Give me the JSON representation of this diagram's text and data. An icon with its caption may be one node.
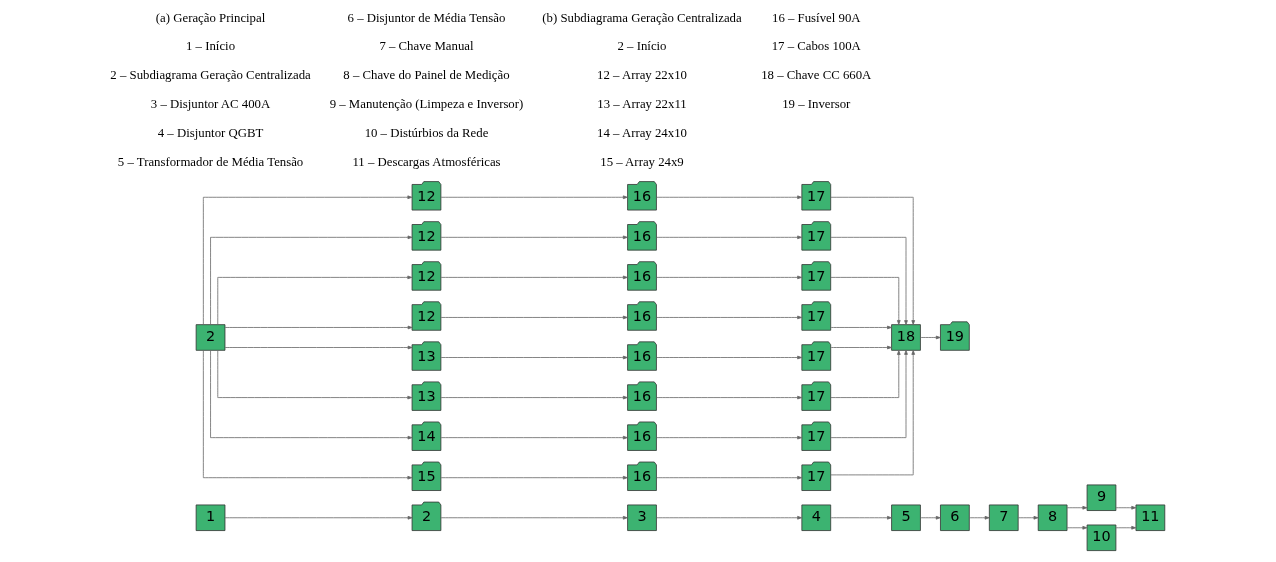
{
  "diagram": {
    "nodes": [
      {
        "text": [
          "1"
        ]
      },
      {
        "text": [
          "2"
        ]
      },
      {
        "text": [
          "3"
        ]
      },
      {
        "text": [
          "4"
        ]
      },
      {
        "text": [
          "5"
        ]
      },
      {
        "text": [
          "6"
        ]
      },
      {
        "text": [
          "7"
        ]
      },
      {
        "text": [
          "8"
        ]
      },
      {
        "text": [
          "9"
        ]
      },
      {
        "text": [
          "10"
        ]
      },
      {
        "text": [
          "11"
        ]
      },
      {
        "text": [
          "2"
        ]
      },
      {
        "text": [
          "12"
        ]
      },
      {
        "text": [
          "16"
        ]
      },
      {
        "text": [
          "17"
        ]
      },
      {
        "text": [
          "12"
        ]
      },
      {
        "text": [
          "16"
        ]
      },
      {
        "text": [
          "17"
        ]
      },
      {
        "text": [
          "12"
        ]
      },
      {
        "text": [
          "16"
        ]
      },
      {
        "text": [
          "17"
        ]
      },
      {
        "text": [
          "12"
        ]
      },
      {
        "text": [
          "16"
        ]
      },
      {
        "text": [
          "17"
        ]
      },
      {
        "text": [
          "13"
        ]
      },
      {
        "text": [
          "16"
        ]
      },
      {
        "text": [
          "17"
        ]
      },
      {
        "text": [
          "13"
        ]
      },
      {
        "text": [
          "16"
        ]
      },
      {
        "text": [
          "17"
        ]
      },
      {
        "text": [
          "14"
        ]
      },
      {
        "text": [
          "16"
        ]
      },
      {
        "text": [
          "17"
        ]
      },
      {
        "text": [
          "15"
        ]
      },
      {
        "text": [
          "16"
        ]
      },
      {
        "text": [
          "17"
        ]
      },
      {
        "text": [
          "18"
        ]
      },
      {
        "text": [
          "19"
        ]
      }
    ],
    "edges": [
      {
        "from": 0,
        "to": 1,
        "arrow": "to"
      },
      {
        "from": 1,
        "to": 2,
        "arrow": "to"
      },
      {
        "from": 2,
        "to": 3,
        "arrow": "to"
      },
      {
        "from": 3,
        "to": 4,
        "arrow": "to"
      },
      {
        "from": 4,
        "to": 5,
        "arrow": "to"
      },
      {
        "from": 5,
        "to": 6,
        "arrow": "to"
      },
      {
        "from": 6,
        "to": 7,
        "arrow": "to"
      },
      {
        "from": 7,
        "to": 8,
        "arrow": "to"
      },
      {
        "from": 7,
        "to": 9,
        "arrow": "to"
      },
      {
        "from": 8,
        "to": 10,
        "arrow": "to"
      },
      {
        "from": 9,
        "to": 10,
        "arrow": "to"
      },
      {
        "from": 11,
        "to": 12,
        "arrow": "to"
      },
      {
        "from": 11,
        "to": 15,
        "arrow": "to"
      },
      {
        "from": 11,
        "to": 18,
        "arrow": "to"
      },
      {
        "from": 11,
        "to": 21,
        "arrow": "to"
      },
      {
        "from": 11,
        "to": 24,
        "arrow": "to"
      },
      {
        "from": 11,
        "to": 27,
        "arrow": "to"
      },
      {
        "from": 11,
        "to": 30,
        "arrow": "to"
      },
      {
        "from": 11,
        "to": 33,
        "arrow": "to"
      },
      {
        "from": 12,
        "to": 13,
        "arrow": "to"
      },
      {
        "from": 13,
        "to": 14,
        "arrow": "to"
      },
      {
        "from": 15,
        "to": 16,
        "arrow": "to"
      },
      {
        "from": 16,
        "to": 17,
        "arrow": "to"
      },
      {
        "from": 18,
        "to": 19,
        "arrow": "to"
      },
      {
        "from": 19,
        "to": 20,
        "arrow": "to"
      },
      {
        "from": 21,
        "to": 22,
        "arrow": "to"
      },
      {
        "from": 22,
        "to": 23,
        "arrow": "to"
      },
      {
        "from": 24,
        "to": 25,
        "arrow": "to"
      },
      {
        "from": 25,
        "to": 26,
        "arrow": "to"
      },
      {
        "from": 27,
        "to": 28,
        "arrow": "to"
      },
      {
        "from": 28,
        "to": 29,
        "arrow": "to"
      },
      {
        "from": 30,
        "to": 31,
        "arrow": "to"
      },
      {
        "from": 31,
        "to": 32,
        "arrow": "to"
      },
      {
        "from": 33,
        "to": 34,
        "arrow": "to"
      },
      {
        "from": 34,
        "to": 35,
        "arrow": "to"
      },
      {
        "from": 14,
        "to": 36,
        "arrow": "to"
      },
      {
        "from": 17,
        "to": 36,
        "arrow": "to"
      },
      {
        "from": 20,
        "to": 36,
        "arrow": "to"
      },
      {
        "from": 23,
        "to": 36,
        "arrow": "to"
      },
      {
        "from": 26,
        "to": 36,
        "arrow": "to"
      },
      {
        "from": 29,
        "to": 36,
        "arrow": "to"
      },
      {
        "from": 32,
        "to": 36,
        "arrow": "to"
      },
      {
        "from": 35,
        "to": 36,
        "arrow": "to"
      },
      {
        "from": 36,
        "to": 37,
        "arrow": "to"
      }
    ],
    "labels": [
      "(a) Geração Principal",
      "1 – Início",
      "2 – Subdiagrama Geração Centralizada",
      "3 – Disjuntor AC 400A",
      "4 – Disjuntor QGBT",
      "5 – Transformador de Média Tensão",
      "6 – Disjuntor de Média Tensão",
      "7 – Chave Manual",
      "8 – Chave do Painel de Medição",
      "9 – Manutenção (Limpeza e Inversor)",
      "10 – Distúrbios da Rede",
      "11 – Descargas Atmosféricas",
      "(b) Subdiagrama Geração Centralizada",
      "2 – Início",
      "12 – Array 22x10",
      "13 – Array 22x11",
      "14 – Array 24x10",
      "15 – Array 24x9",
      "16 – Fusível 90A",
      "17 – Cabos 100A",
      "18 – Chave CC 660A",
      "19 – Inversor"
    ]
  }
}
